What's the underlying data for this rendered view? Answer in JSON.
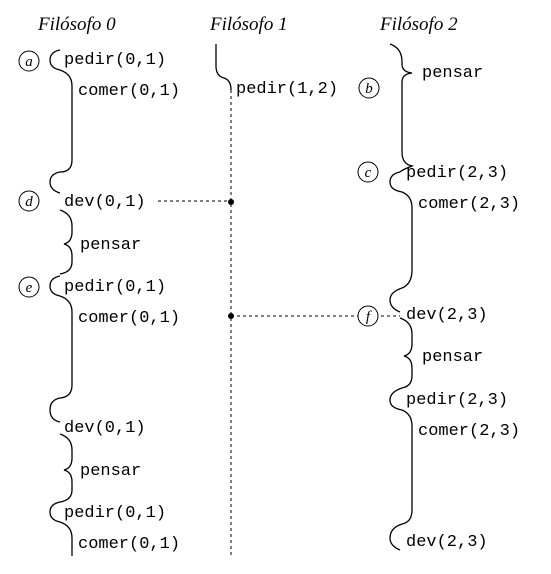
{
  "headers": [
    "Filósofo 0",
    "Filósofo 1",
    "Filósofo 2"
  ],
  "markers": {
    "a": "a",
    "b": "b",
    "c": "c",
    "d": "d",
    "e": "e",
    "f": "f"
  },
  "phil0": {
    "pedir": "pedir(0,1)",
    "comer": "comer(0,1)",
    "dev": "dev(0,1)",
    "pensar": "pensar"
  },
  "phil1": {
    "pedir": "pedir(1,2)"
  },
  "phil2": {
    "pensar": "pensar",
    "pedir": "pedir(2,3)",
    "comer": "comer(2,3)",
    "dev": "dev(2,3)"
  }
}
